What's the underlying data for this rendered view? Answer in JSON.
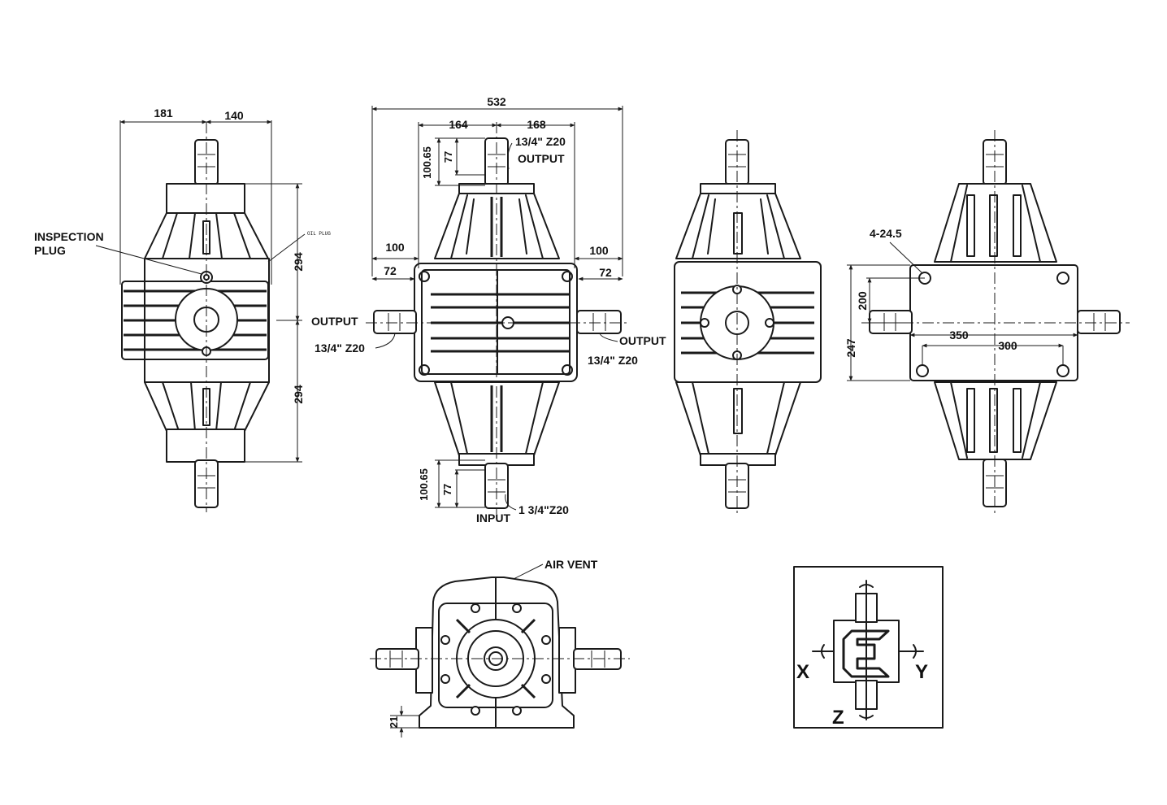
{
  "labels": {
    "inspection_plug_1": "INSPECTION",
    "inspection_plug_2": "PLUG",
    "oil_plug": "OIL PLUG",
    "air_vent": "AIR VENT",
    "output_left": "OUTPUT",
    "output_right": "OUTPUT",
    "output_top": "OUTPUT",
    "input": "INPUT",
    "spline_top": "13/4\" Z20",
    "spline_left": "13/4\" Z20",
    "spline_right": "13/4\" Z20",
    "spline_input": "1 3/4\"Z20",
    "holes": "4-24.5"
  },
  "dimensions": {
    "d181": "181",
    "d140": "140",
    "d294a": "294",
    "d294b": "294",
    "d532": "532",
    "d164": "164",
    "d168": "168",
    "d100L": "100",
    "d100R": "100",
    "d72L": "72",
    "d72R": "72",
    "d10065t": "100.65",
    "d77t": "77",
    "d10065b": "100.65",
    "d77b": "77",
    "d200": "200",
    "d247": "247",
    "d350": "350",
    "d300": "300",
    "d21": "21"
  },
  "axes": {
    "x": "X",
    "y": "Y",
    "z": "Z"
  }
}
